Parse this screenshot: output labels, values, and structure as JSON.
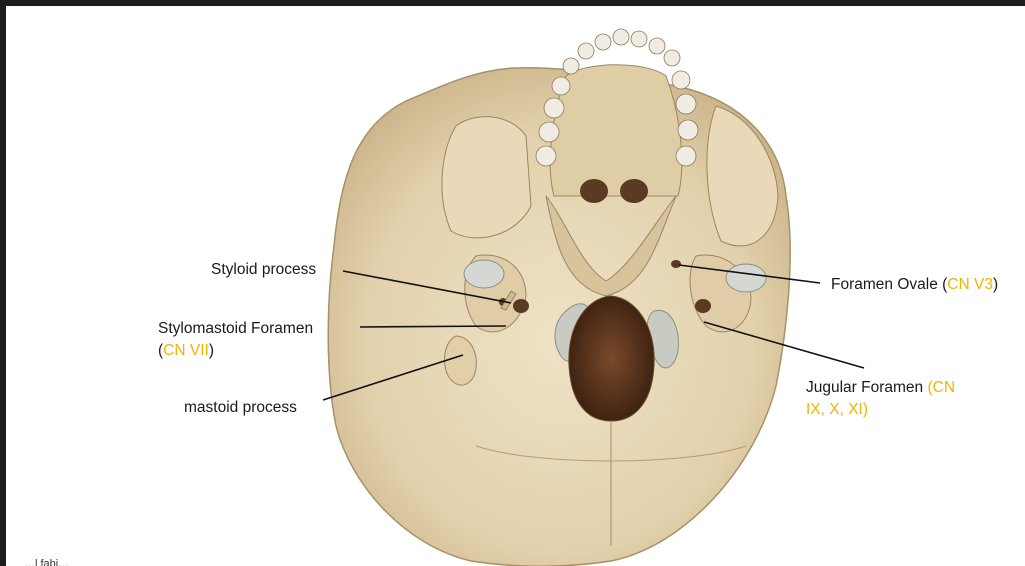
{
  "labels": {
    "styloid": "Styloid process",
    "stylomastoid_line1": "Stylomastoid Foramen",
    "stylomastoid_paren_open": "(",
    "stylomastoid_cn": "CN VII",
    "stylomastoid_paren_close": ")",
    "mastoid": "mastoid process",
    "ovale": "Foramen Ovale (",
    "ovale_cn": "CN V3",
    "ovale_close": ")",
    "jugular": "Jugular Foramen ",
    "jugular_cn_a": "(CN",
    "jugular_cn_b": "IX, X, XI)"
  },
  "footnote": "…l fabi…",
  "colors": {
    "cn_highlight": "#f0b400",
    "bone": "#e6d6b4",
    "frame": "#1e1e1e"
  }
}
